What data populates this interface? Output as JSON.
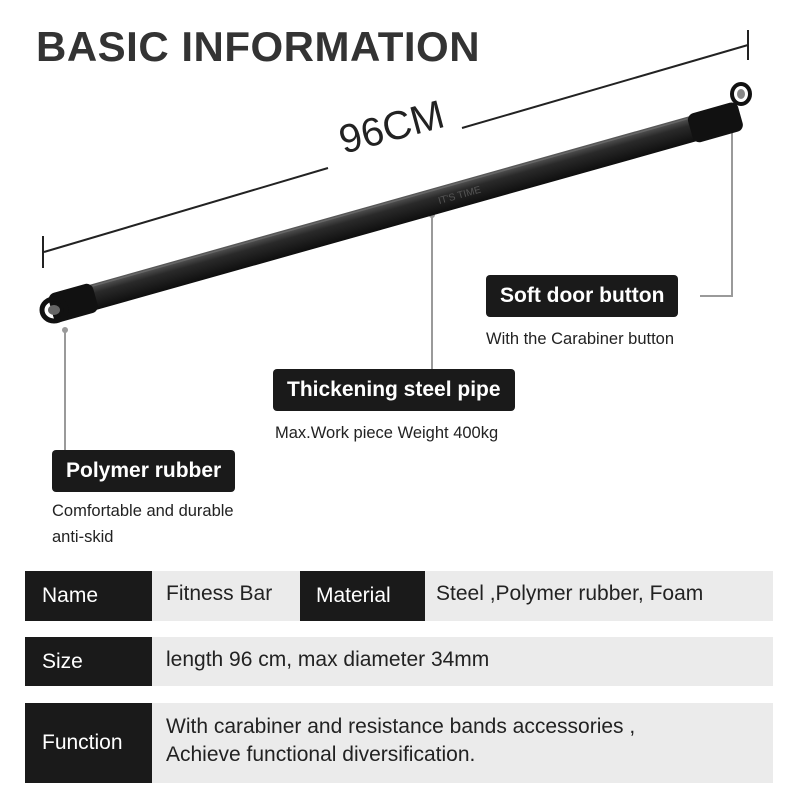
{
  "title": "BASIC INFORMATION",
  "dimension": "96CM",
  "bar_engraving": "IT'S TIME",
  "colors": {
    "dark": "#1a1a1a",
    "row_bg": "#ebebeb",
    "leader": "#9a9a9a"
  },
  "features": [
    {
      "name": "Soft door button",
      "description": "With the Carabiner button"
    },
    {
      "name": "Thickening steel pipe",
      "description": "Max.Work piece Weight 400kg"
    },
    {
      "name": "Polymer rubber",
      "description_line1": "Comfortable and durable",
      "description_line2": "anti-skid"
    }
  ],
  "specs": {
    "name_label": "Name",
    "name_value": "Fitness Bar",
    "material_label": "Material",
    "material_value": "Steel ,Polymer rubber, Foam",
    "size_label": "Size",
    "size_value": "length 96 cm, max diameter 34mm",
    "function_label": "Function",
    "function_line1": "With carabiner and resistance bands accessories ,",
    "function_line2": "Achieve functional diversification."
  }
}
